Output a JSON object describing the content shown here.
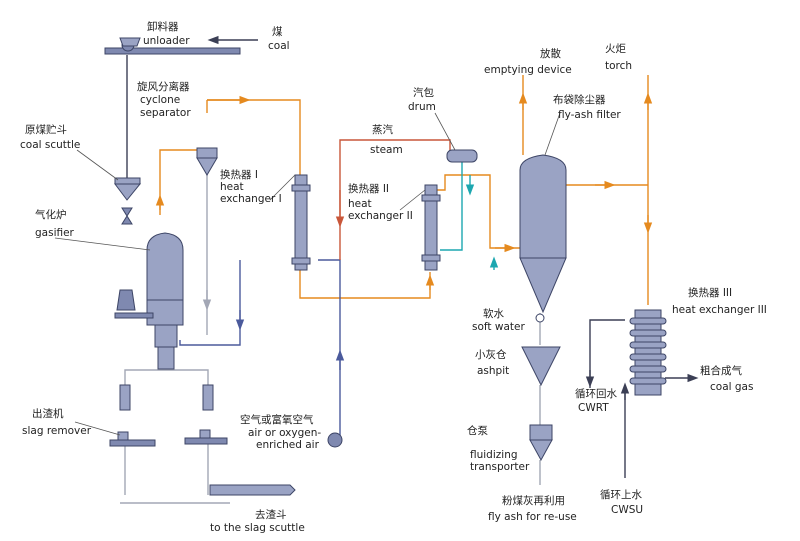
{
  "labels": {
    "unloader": {
      "cn": "卸料器",
      "en": "unloader"
    },
    "coal": {
      "cn": "煤",
      "en": "coal"
    },
    "cyclone": {
      "cn": "旋风分离器",
      "en1": "cyclone",
      "en2": "separator"
    },
    "coal_scuttle": {
      "cn": "原煤贮斗",
      "en": "coal scuttle"
    },
    "gasifier": {
      "cn": "气化炉",
      "en": "gasifier"
    },
    "hx1": {
      "cn": "换热器 I",
      "en1": "heat",
      "en2": "exchanger I"
    },
    "steam": {
      "cn": "蒸汽",
      "en": "steam"
    },
    "drum": {
      "cn": "汽包",
      "en": "drum"
    },
    "hx2": {
      "cn": "换热器 II",
      "en1": "heat",
      "en2": "exchanger II"
    },
    "emptying": {
      "cn": "放散",
      "en": "emptying device"
    },
    "torch": {
      "cn": "火炬",
      "en": "torch"
    },
    "flyash_filter": {
      "cn": "布袋除尘器",
      "en": "fly-ash filter"
    },
    "soft_water": {
      "cn": "软水",
      "en": "soft water"
    },
    "ashpit": {
      "cn": "小灰仓",
      "en": "ashpit"
    },
    "hx3": {
      "cn": "换热器 III",
      "en": "heat exchanger III"
    },
    "cwrt": {
      "cn": "循环回水",
      "en": "CWRT"
    },
    "coal_gas": {
      "cn": "粗合成气",
      "en": "coal gas"
    },
    "slag_remover": {
      "cn": "出渣机",
      "en": "slag remover"
    },
    "air": {
      "cn": "空气或富氧空气",
      "en1": "air or oxygen-",
      "en2": "enriched air"
    },
    "transporter": {
      "cn": "仓泵",
      "en1": "fluidizing",
      "en2": "transporter"
    },
    "cwsu": {
      "cn": "循环上水",
      "en": "CWSU"
    },
    "fly_ash_reuse": {
      "cn": "粉煤灰再利用",
      "en": "fly ash for re-use"
    },
    "slag_scuttle": {
      "cn": "去渣斗",
      "en": "to the slag scuttle"
    }
  },
  "colors": {
    "equipment": "#9aa3c4",
    "hot_gas": "#e58a1f",
    "air": "#4b5a9c",
    "ash": "#a3a7b5",
    "water": "#1da7b0",
    "steam": "#c9573a"
  }
}
